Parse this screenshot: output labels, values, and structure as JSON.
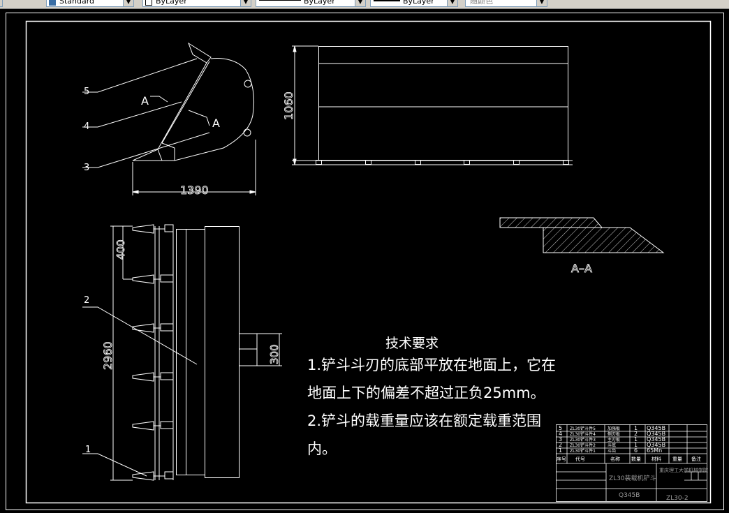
{
  "toolbar": {
    "text_style": "Standard",
    "layer": "ByLayer",
    "linetype": "ByLayer",
    "lineweight": "ByLayer",
    "color": "随颜色"
  },
  "drawing": {
    "side_view": {
      "leaders": [
        "5",
        "4",
        "3"
      ],
      "section_mark": "A",
      "dim_width": "1390"
    },
    "rear_view": {
      "dim_height": "1060"
    },
    "top_view": {
      "leader": "2",
      "leader_tooth": "1",
      "dim_spacing": "400",
      "dim_length": "2960",
      "dim_bracket": "300"
    },
    "section_label": "A–A",
    "requirements": {
      "title": "技术要求",
      "line1": "1.铲斗斗刃的底部平放在地面上，它在",
      "line2": "地面上下的偏差不超过正负25mm。",
      "line3": "2.铲斗的载重量应该在额定载重范围",
      "line4": "内。"
    },
    "title_block": {
      "rows": [
        {
          "no": "5",
          "code": "ZL30铲斗件5",
          "name": "加强板",
          "qty": "1",
          "mat": "Q345B"
        },
        {
          "no": "4",
          "code": "ZL30铲斗件4",
          "name": "侧刃板",
          "qty": "2",
          "mat": "Q345B"
        },
        {
          "no": "3",
          "code": "ZL30铲斗件3",
          "name": "主刃板",
          "qty": "1",
          "mat": "Q345B"
        },
        {
          "no": "2",
          "code": "ZL30铲斗件2",
          "name": "斗底",
          "qty": "1",
          "mat": "Q345B"
        },
        {
          "no": "1",
          "code": "ZL30铲斗件1",
          "name": "斗齿",
          "qty": "6",
          "mat": "65Mn"
        }
      ],
      "headers": [
        "序号",
        "代号",
        "名称",
        "数量",
        "材料",
        "重量",
        "备注"
      ],
      "drawing_name": "ZL30装载机铲斗",
      "company": "重庆理工大学机械学院",
      "material": "Q345B",
      "drawing_no": "ZL30-2"
    }
  }
}
